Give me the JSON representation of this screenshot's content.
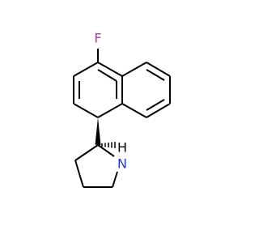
{
  "atoms": {
    "fluorine": {
      "symbol": "F",
      "color": "#b23ba8"
    },
    "nitrogen_h": {
      "symbol": "H",
      "color": "#000000"
    },
    "nitrogen": {
      "symbol": "N",
      "color": "#2637d6"
    }
  },
  "colors": {
    "bond": "#000000",
    "background": "#ffffff"
  }
}
